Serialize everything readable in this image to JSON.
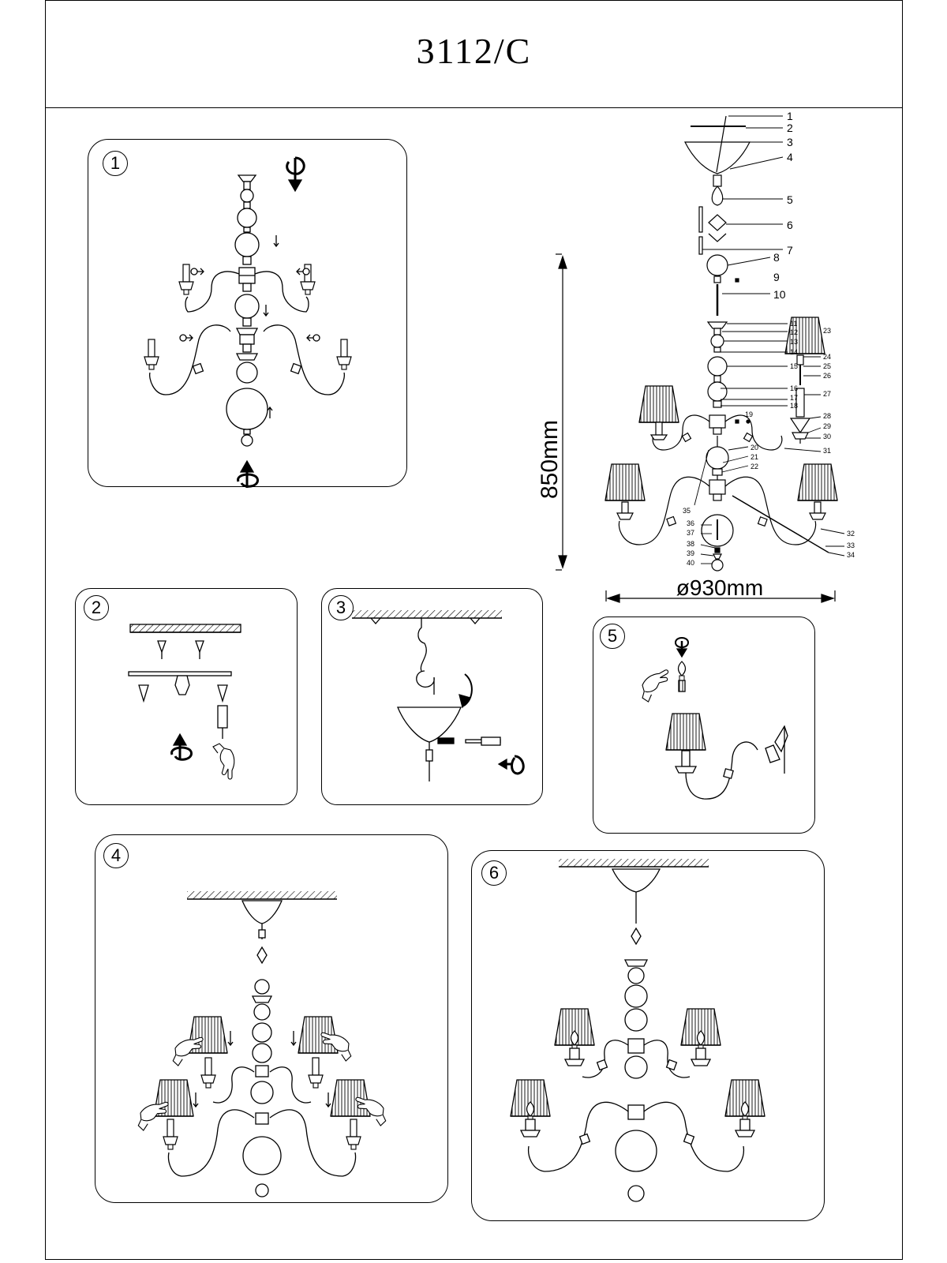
{
  "title": "3112/C",
  "steps": [
    "1",
    "2",
    "3",
    "4",
    "5",
    "6"
  ],
  "dimensions": {
    "height": "850mm",
    "diameter": "ø930mm"
  },
  "parts": [
    "1",
    "2",
    "3",
    "4",
    "5",
    "6",
    "7",
    "8",
    "9",
    "10",
    "11",
    "12",
    "13",
    "14",
    "15",
    "16",
    "17",
    "18",
    "19",
    "20",
    "21",
    "22",
    "23",
    "24",
    "25",
    "26",
    "27",
    "28",
    "29",
    "30",
    "31",
    "32",
    "33",
    "34",
    "35",
    "36",
    "37",
    "38",
    "39",
    "40"
  ]
}
